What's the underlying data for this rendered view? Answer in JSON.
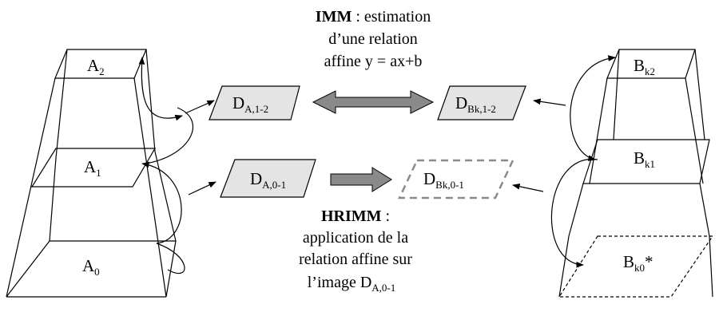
{
  "left_pyramid": {
    "levels": [
      {
        "label": "A",
        "sub": "2"
      },
      {
        "label": "A",
        "sub": "1"
      },
      {
        "label": "A",
        "sub": "0"
      }
    ]
  },
  "right_pyramid": {
    "levels": [
      {
        "label": "B",
        "sub": "k2",
        "suffix": ""
      },
      {
        "label": "B",
        "sub": "k1",
        "suffix": ""
      },
      {
        "label": "B",
        "sub": "k0",
        "suffix": "*"
      }
    ]
  },
  "details": {
    "d_a12": {
      "label": "D",
      "sub": "A,1-2"
    },
    "d_bk12": {
      "label": "D",
      "sub": "Bk,1-2"
    },
    "d_a01": {
      "label": "D",
      "sub": "A,0-1"
    },
    "d_bk01": {
      "label": "D",
      "sub": "Bk,0-1"
    }
  },
  "imm_note": {
    "bold": "IMM",
    "line1_rest": " : estimation",
    "line2": "d’une relation",
    "line3": "affine y = ax+b"
  },
  "hrimm_note": {
    "bold": "HRIMM",
    "line1_rest": " :",
    "line2": "application de la",
    "line3": "relation affine sur",
    "line4_text": "l’image D",
    "line4_sub": "A,0-1"
  },
  "colors": {
    "shape_fill": "#e4e4e4",
    "double_arrow": "#8a8a8a",
    "dashed": "#8a8a8a",
    "stroke": "#000000"
  }
}
